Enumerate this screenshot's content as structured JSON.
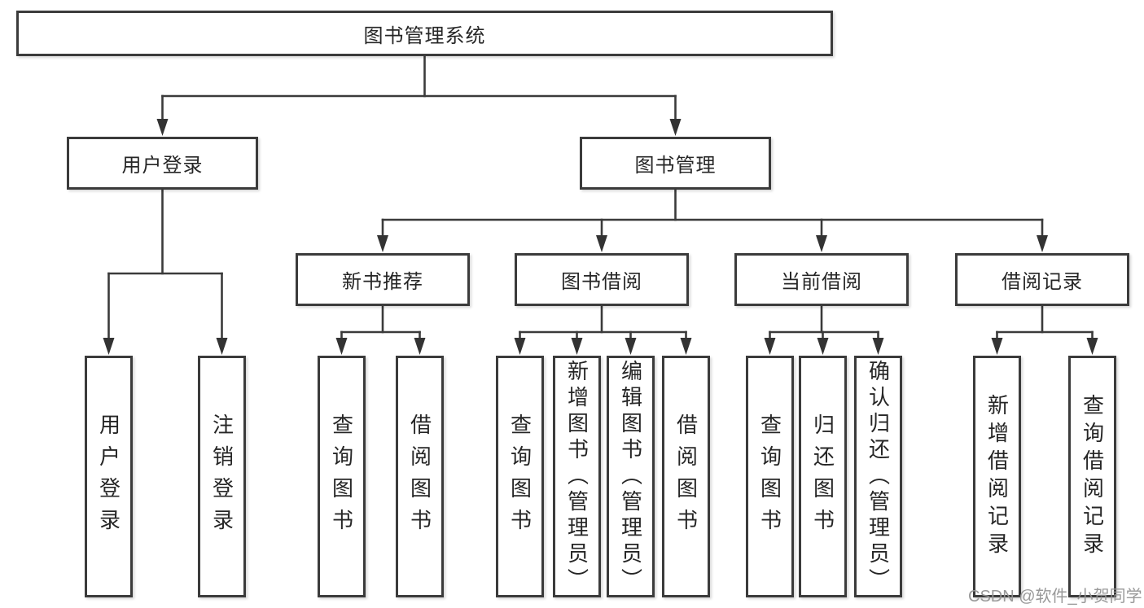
{
  "colors": {
    "line": "#3b3b3b",
    "box_border": "#3b3b3b",
    "text": "#262626",
    "watermark": "#949494",
    "background": "#ffffff"
  },
  "tree": {
    "root": {
      "label": "图书管理系统"
    },
    "level2": [
      {
        "label": "用户登录"
      },
      {
        "label": "图书管理"
      }
    ],
    "level3": [
      {
        "label": "新书推荐"
      },
      {
        "label": "图书借阅"
      },
      {
        "label": "当前借阅"
      },
      {
        "label": "借阅记录"
      }
    ],
    "level4": {
      "user_login_group": [
        {
          "label": "用户登录"
        },
        {
          "label": "注销登录"
        }
      ],
      "new_books_group": [
        {
          "label": "查询图书"
        },
        {
          "label": "借阅图书"
        }
      ],
      "book_borrow_group": [
        {
          "label": "查询图书"
        },
        {
          "label": "新增图书（管理员）"
        },
        {
          "label": "编辑图书（管理员）"
        },
        {
          "label": "借阅图书"
        }
      ],
      "current_borrow_group": [
        {
          "label": "查询图书"
        },
        {
          "label": "归还图书"
        },
        {
          "label": "确认归还（管理员）"
        }
      ],
      "borrow_records_group": [
        {
          "label": "新增借阅记录"
        },
        {
          "label": "查询借阅记录"
        }
      ]
    }
  },
  "watermark": {
    "text": "CSDN @软件_小贺同学"
  }
}
